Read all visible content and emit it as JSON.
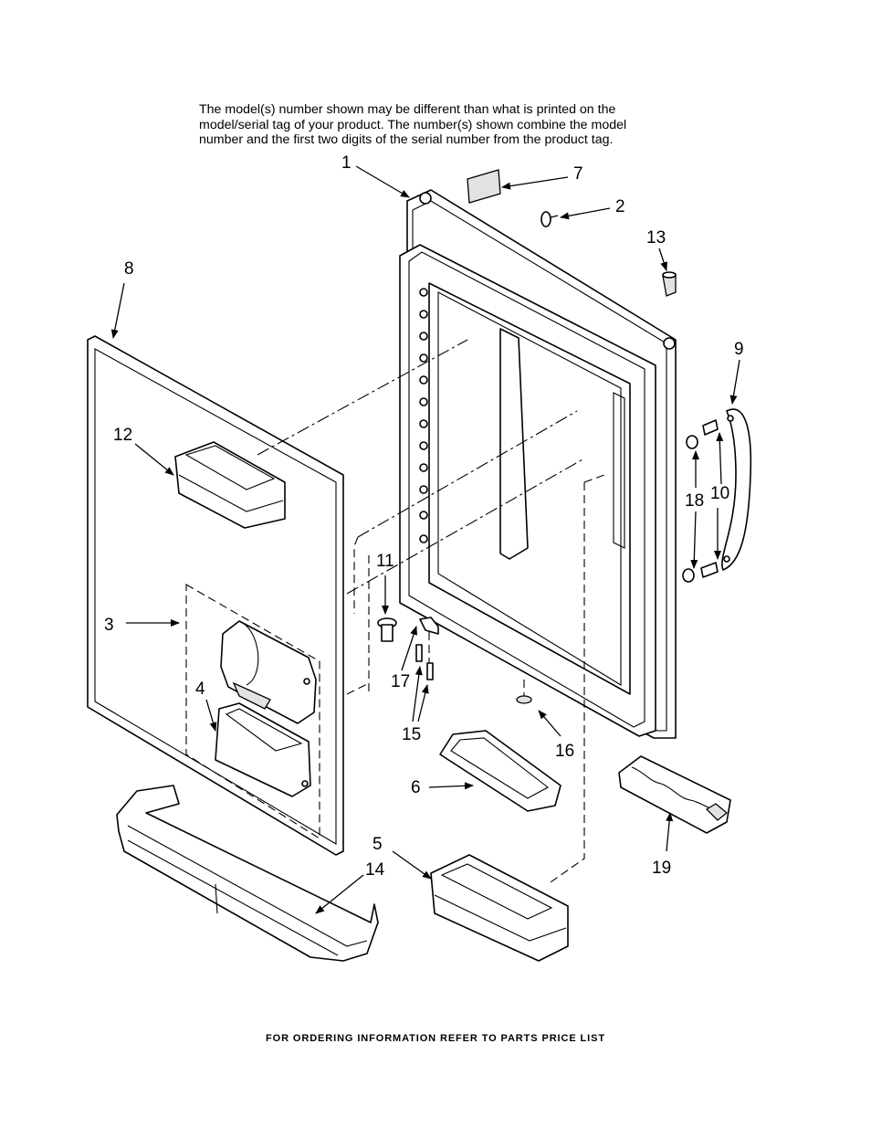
{
  "note": {
    "lines": [
      "The model(s) number shown may be different than what is printed on the",
      "model/serial tag of your product. The number(s) shown combine the model",
      "number and the first two digits of the serial number from the product tag."
    ]
  },
  "callouts": {
    "c1": "1",
    "c2": "2",
    "c3": "3",
    "c4": "4",
    "c5": "5",
    "c6": "6",
    "c7": "7",
    "c8": "8",
    "c9": "9",
    "c10": "10",
    "c11": "11",
    "c12": "12",
    "c13": "13",
    "c14": "14",
    "c15": "15",
    "c16": "16",
    "c17": "17",
    "c18": "18",
    "c19": "19"
  },
  "footer": "FOR ORDERING INFORMATION REFER TO PARTS PRICE LIST"
}
